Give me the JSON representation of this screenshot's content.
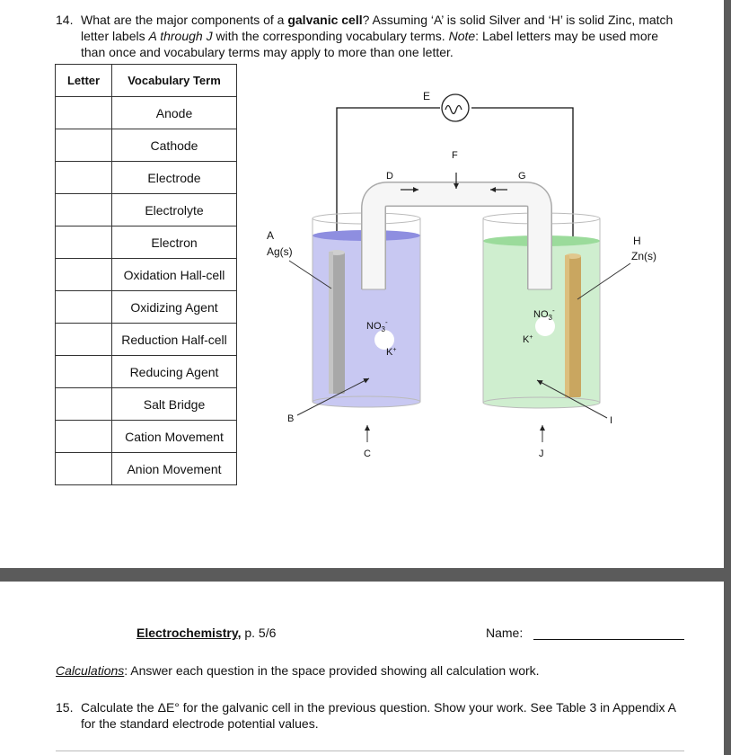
{
  "question14": {
    "number": "14.",
    "text_1": "What are the major components of a ",
    "text_bold": "galvanic cell",
    "text_2": "? Assuming ‘A’ is solid Silver and ‘H’ is solid Zinc, match letter labels ",
    "text_italic": "A through J",
    "text_3": " with the corresponding vocabulary terms. ",
    "note_label": "Note",
    "text_4": ": Label letters may be used more than once and vocabulary terms may apply to more than one letter."
  },
  "table": {
    "headers": [
      "Letter",
      "Vocabulary Term"
    ],
    "terms": [
      "Anode",
      "Cathode",
      "Electrode",
      "Electrolyte",
      "Electron",
      "Oxidation Hall-cell",
      "Oxidizing Agent",
      "Reduction Half-cell",
      "Reducing Agent",
      "Salt Bridge",
      "Cation Movement",
      "Anion Movement"
    ]
  },
  "diagram": {
    "labels": {
      "A": "A",
      "Ag": "Ag(s)",
      "B": "B",
      "C": "C",
      "D": "D",
      "E": "E",
      "F": "F",
      "G": "G",
      "H": "H",
      "Zn": "Zn(s)",
      "I": "I",
      "J": "J"
    },
    "ions": {
      "no3": "NO",
      "no3_sub": "3",
      "no3_sup": "-",
      "k": "K",
      "k_sup": "+"
    },
    "colors": {
      "left_solution": "#c8c8f2",
      "right_solution": "#cfeecf",
      "silver_electrode": "#a8a8a8",
      "zinc_electrode": "#c9a660"
    }
  },
  "footer": {
    "title_link": "Electrochemistry,",
    "title_rest": " p. 5/6",
    "name_label": "Name:"
  },
  "calculations": {
    "label": "Calculations",
    "text": ": Answer each question in the space provided showing all calculation work."
  },
  "question15": {
    "number": "15.",
    "text": "Calculate the ΔE° for the galvanic cell in the previous question. Show your work. See Table 3 in Appendix A for the standard electrode potential values."
  }
}
